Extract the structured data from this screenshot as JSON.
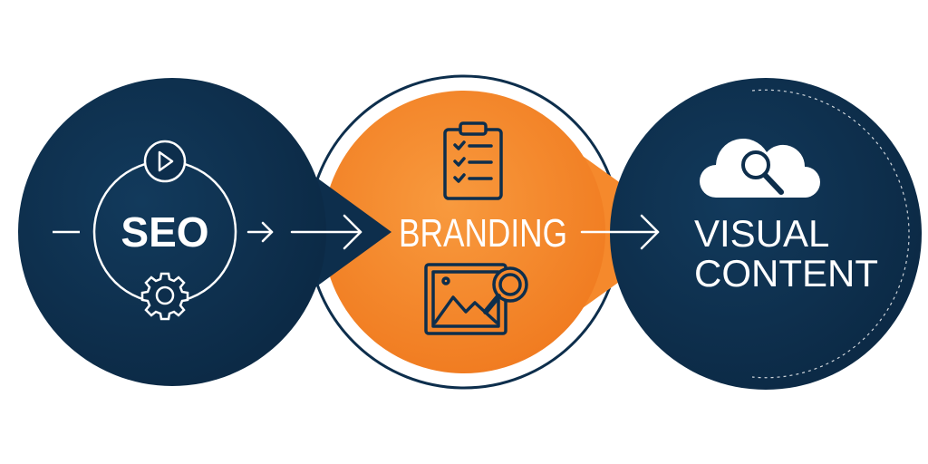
{
  "stages": [
    {
      "label": "SEO",
      "icons": [
        "play-icon",
        "gear-icon",
        "arrow-right-icon"
      ]
    },
    {
      "label": "BRANDING",
      "icons": [
        "clipboard-checklist-icon",
        "image-search-icon"
      ]
    },
    {
      "label_line1": "VISUAL",
      "label_line2": "CONTENT",
      "icons": [
        "cloud-search-icon"
      ]
    }
  ],
  "colors": {
    "navy": "#0d2e4c",
    "orange": "#f5892c",
    "white": "#ffffff"
  }
}
